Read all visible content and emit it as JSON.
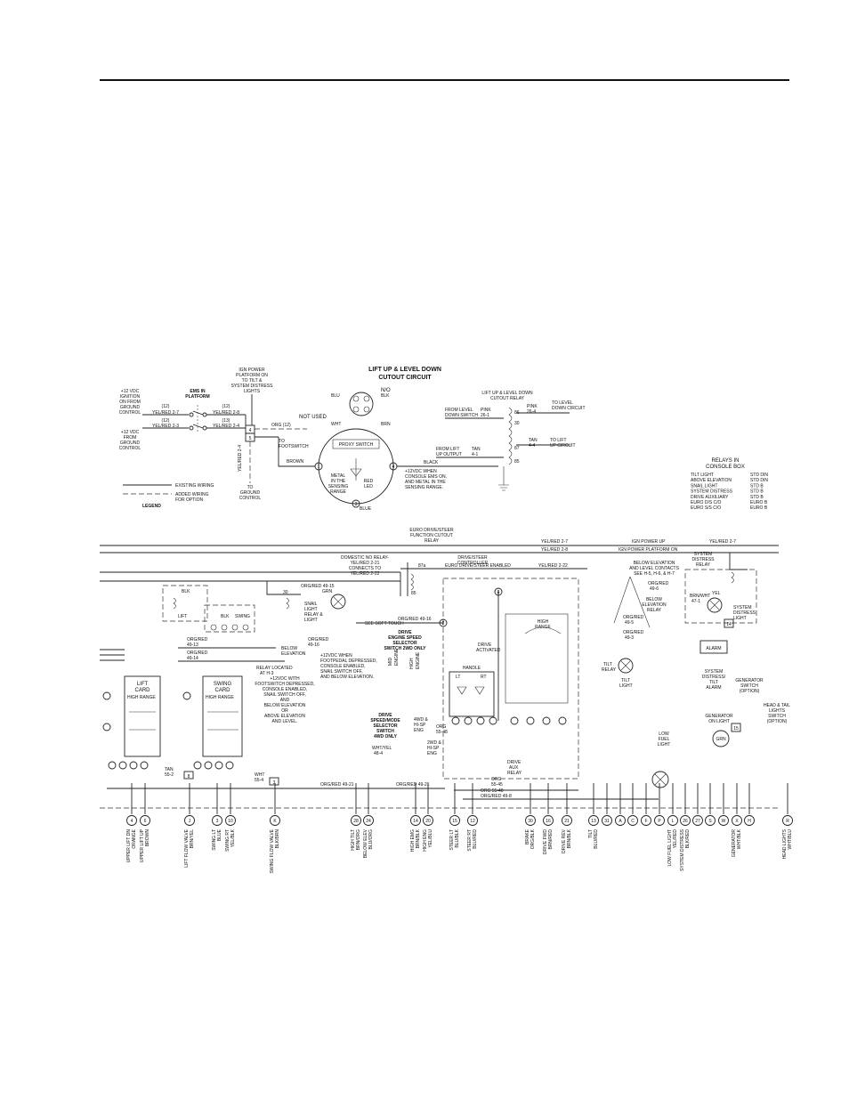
{
  "top_section": {
    "title_line1": "LIFT UP & LEVEL DOWN",
    "title_line2": "CUTOUT CIRCUIT",
    "ign_power": [
      "IGN POWER",
      "PLATFORM ON",
      "TO TILT &",
      "SYSTEM DISTRESS",
      "LIGHTS"
    ],
    "ignition_note": [
      "+12 VDC",
      "IGNITION",
      "ON FROM",
      "GROUND",
      "CONTROL"
    ],
    "ground_note": [
      "+12 VDC",
      "FROM",
      "GROUND",
      "CONTROL"
    ],
    "ems_label": [
      "EMS IN",
      "PLATFORM"
    ],
    "wire_yelred_27": "YEL/RED 2-7",
    "wire_yelred_23": "YEL/RED 2-3",
    "wire_yelred_28": "YEL/RED 2-8",
    "wire_yelred_24": "YEL/RED 2-4",
    "n12a": "(12)",
    "n12b": "(12)",
    "n13": "(13)",
    "n12c": "(12)",
    "orange_wire": "ORG (12)",
    "to_footswitch": [
      "TO",
      "FOOTSWITCH"
    ],
    "yelred_vert": "YEL/RED 2-4",
    "to_ground_control": [
      "TO",
      "GROUND",
      "CONTROL"
    ],
    "proxy_colors": [
      "BLU",
      "BLK",
      "WHT",
      "BRN"
    ],
    "no_label": "N/O",
    "not_used": "NOT USED",
    "proxy_switch": "PROXY SWITCH",
    "brown": "BROWN",
    "black": "BLACK",
    "blue": "BLUE",
    "metal_note": [
      "METAL",
      "IN THE",
      "SENSING",
      "RANGE"
    ],
    "red_led": [
      "RED",
      "LED"
    ],
    "console_note": [
      "+12VDC WHEN",
      "CONSOLE EMS ON,",
      "AND METAL IN THE",
      "SENSING RANGE."
    ],
    "cutout_relay": [
      "LIFT UP & LEVEL DOWN",
      "CUTOUT RELAY"
    ],
    "from_level_down": [
      "FROM LEVEL",
      "DOWN SWITCH"
    ],
    "pink": [
      "PINK",
      "26-1"
    ],
    "pink_out": [
      "PINK",
      "26-4"
    ],
    "to_level_down": [
      "TO LEVEL",
      "DOWN CIRCUIT"
    ],
    "from_lift_up": [
      "FROM LIFT",
      "UP OUTPUT"
    ],
    "tan_in": [
      "TAN",
      "4-1"
    ],
    "tan_out": [
      "TAN",
      "4-4"
    ],
    "to_lift_up": [
      "TO LIFT",
      "UP CIRCUIT"
    ],
    "legend_existing": "EXISTING WIRING",
    "legend_added": [
      "ADDED WIRING",
      "FOR OPTION"
    ],
    "legend_title": "LEGEND"
  },
  "relays_table": {
    "title": [
      "RELAYS IN",
      "CONSOLE BOX"
    ],
    "rows": [
      {
        "name": "TILT LIGHT",
        "type": "STD DIN"
      },
      {
        "name": "ABOVE ELEVATION",
        "type": "STD DIN"
      },
      {
        "name": "SNAIL LIGHT",
        "type": "STD B"
      },
      {
        "name": "SYSTEM DISTRESS",
        "type": "STD B"
      },
      {
        "name": "DRIVE AUXILIARY",
        "type": "STD B"
      },
      {
        "name": "EURO D/S C/O",
        "type": "EURO B"
      },
      {
        "name": "EURO S/S C/O",
        "type": "EURO B"
      }
    ]
  },
  "bottom_section": {
    "euro_title": [
      "EURO DRIVE/STEER",
      "FUNCTION CUTOUT",
      "RELAY"
    ],
    "top_wires": [
      "YEL/RED 2-7",
      "YEL/RED 2-8",
      "IGN POWER UP",
      "IGN POWER PLATFORM ON",
      "YEL/RED 2-7"
    ],
    "domestic": [
      "DOMESTIC NO RELAY-",
      "YEL/RED 2-21",
      "CONNECTS TO",
      "YEL/RED 2-22"
    ],
    "euro_enabled": "EURO DRIVE/STEER ENABLED",
    "yelred_222": "YEL/RED 2-22",
    "below_elev_note": [
      "BELOW ELEVATION",
      "AND LEVEL CONTACTS",
      "SEE H-5, H-6, & H-7"
    ],
    "system_distress_relay": [
      "SYSTEM",
      "DISTRESS",
      "RELAY"
    ],
    "orgred_496": [
      "ORG/RED",
      "49-6"
    ],
    "below_elevation_relay": [
      "BELOW",
      "ELEVATION",
      "RELAY"
    ],
    "orgred_495": [
      "ORG/RED",
      "49-5"
    ],
    "orgred_493": [
      "ORG/RED",
      "49-3"
    ],
    "drive_steer_controller": [
      "DRIVE/STEER",
      "CONTROLLER"
    ],
    "orgred_4915": "ORG/RED 49-15",
    "snail_relay": [
      "SNAIL",
      "LIGHT",
      "RELAY &",
      "LIGHT"
    ],
    "grn": "GRN",
    "blk": "BLK",
    "lift": "LIFT",
    "swing": "SWING",
    "see_soft_touch": "SEE SOFT TOUCH",
    "orgred_4916a": "ORG/RED 49-16",
    "drive_speed_sel": [
      "DRIVE",
      "ENGINE SPEED",
      "SELECTOR",
      "SWITCH 2WD ONLY"
    ],
    "orgred_4913": [
      "ORG/RED",
      "49-13"
    ],
    "orgred_4914": [
      "ORG/RED",
      "49-14"
    ],
    "below_elev": [
      "BELOW",
      "ELEVATION"
    ],
    "orgred_4916b": [
      "ORG/RED",
      "49-16"
    ],
    "relay_located": [
      "RELAY LOCATED",
      "AT H-3"
    ],
    "footpedal": [
      "+12VDC WHEN",
      "FOOTPEDAL DEPRESSED,",
      "CONSOLE ENABLED,",
      "SNAIL SWITCH OFF,",
      "AND BELOW ELEVATION."
    ],
    "footswitch": [
      "+12VDC WITH",
      "FOOTSWITCH DEPRESSED,",
      "CONSOLE ENABLED,",
      "SNAIL SWITCH OFF,",
      "AND",
      "BELOW ELEVATION",
      "OR",
      "ABOVE ELEVATION",
      "AND LEVEL."
    ],
    "lift_card": [
      "LIFT",
      "CARD"
    ],
    "swing_card": [
      "SWING",
      "CARD"
    ],
    "high_range": "HIGH RANGE",
    "handle": "HANDLE",
    "lt": "LT",
    "rt": "RT",
    "high_range_ctrl": [
      "HIGH",
      "RANGE"
    ],
    "drive_speed_mode": [
      "DRIVE",
      "SPEED/MODE",
      "SELECTOR",
      "SWITCH",
      "4WD ONLY"
    ],
    "mode_opts": [
      "4WD &",
      "HI-SP",
      "ENG"
    ],
    "mid_engine": [
      "MID",
      "ENGINE"
    ],
    "high_engine": [
      "HIGH",
      "ENGINE"
    ],
    "org_55_48": [
      "ORG",
      "55-48"
    ],
    "two_wd": [
      "2WD &",
      "HI-SP",
      "ENG"
    ],
    "wht_yel": [
      "WHT/YEL",
      "48-4"
    ],
    "drive_aux_relay": [
      "DRIVE",
      "AUX",
      "RELAY"
    ],
    "drive_activated": [
      "DRIVE",
      "ACTIVATED"
    ],
    "tilt_relay": [
      "TILT",
      "RELAY"
    ],
    "tilt_light": [
      "TILT",
      "LIGHT"
    ],
    "alarm": "ALARM",
    "system_distress_alarm": [
      "SYSTEM",
      "DISTRESS/",
      "TILT",
      "ALARM"
    ],
    "system_distress_light": [
      "SYSTEM",
      "DISTRESS",
      "LIGHT"
    ],
    "brn_wht": [
      "BRN/WHT",
      "47-1"
    ],
    "yel": "YEL",
    "generator_switch": [
      "GENERATOR",
      "SWITCH",
      "(OPTION)"
    ],
    "generator_light": [
      "GENERATOR",
      "ON LIGHT"
    ],
    "head_tail": [
      "HEAD & TAIL",
      "LIGHTS",
      "SWITCH",
      "(OPTION)"
    ],
    "low_fuel": [
      "LOW",
      "FUEL",
      "LIGHT"
    ],
    "tan_552": [
      "TAN",
      "55-2"
    ],
    "wht_554": [
      "WHT",
      "55-4"
    ],
    "orgred_4921a": "ORG/RED 49-21",
    "orgred_4921b": "ORG/RED 49-21",
    "org_5545": [
      "ORG",
      "55-45"
    ],
    "orgred_498": "ORG/RED 49-8",
    "org_5548": "ORG 55-48",
    "bottom_pins": [
      {
        "pin": "4",
        "label": [
          "UPPER LIFT DN",
          "ORANGE"
        ]
      },
      {
        "pin": "6",
        "label": [
          "UPPER LIFT UP",
          "BROWN"
        ]
      },
      {
        "pin": "J",
        "label": [
          "LIFT FLOW VALVE",
          "BRN/YEL"
        ]
      },
      {
        "pin": "3",
        "label": [
          "SWING LT",
          "BLUE"
        ]
      },
      {
        "pin": "10",
        "label": [
          "SWING RT",
          "YEL/BLK"
        ]
      },
      {
        "pin": "K",
        "label": [
          "SWING FLOW VALVE",
          "BLK/BRN"
        ]
      },
      {
        "pin": "28",
        "label": [
          "HIGH TILT",
          "BRN/ORG"
        ]
      },
      {
        "pin": "24",
        "label": [
          "BELOW ELEV",
          "BLU/ORG"
        ]
      },
      {
        "pin": "14",
        "label": [
          "HIGH EMG",
          "BRN/BLK"
        ]
      },
      {
        "pin": "20",
        "label": [
          "HIGH ENG",
          "YEL/BLU"
        ]
      },
      {
        "pin": "15",
        "label": [
          "STEER LT",
          "BLU/BLK"
        ]
      },
      {
        "pin": "12",
        "label": [
          "STEER RT",
          "BLU/RED"
        ]
      },
      {
        "pin": "30",
        "label": [
          "BRAKE",
          "ORG/BLK"
        ]
      },
      {
        "pin": "16",
        "label": [
          "DRIVE FWD",
          "BRN/RED"
        ]
      },
      {
        "pin": "21",
        "label": [
          "DRIVE REV",
          "BRN/BLK"
        ]
      },
      {
        "pin": "13",
        "label": [
          "TILT",
          "BLU/RED"
        ]
      },
      {
        "pin": "31",
        "label": [
          ""
        ]
      },
      {
        "pin": "A",
        "label": [
          ""
        ]
      },
      {
        "pin": "C",
        "label": [
          ""
        ]
      },
      {
        "pin": "F",
        "label": [
          ""
        ]
      },
      {
        "pin": "P",
        "label": [
          ""
        ]
      },
      {
        "pin": "L",
        "label": [
          "LOW FUEL LIGHT",
          "YEL/RED"
        ]
      },
      {
        "pin": "26",
        "label": [
          "SYSTEM DISTRESS",
          "BLK/RED"
        ]
      },
      {
        "pin": "27",
        "label": [
          ""
        ]
      },
      {
        "pin": "S",
        "label": [
          ""
        ]
      },
      {
        "pin": "W",
        "label": [
          ""
        ]
      },
      {
        "pin": "X",
        "label": [
          "GENERATOR",
          "WHT/BLK"
        ]
      },
      {
        "pin": "H",
        "label": [
          ""
        ]
      },
      {
        "pin": "R",
        "label": [
          "HEAD LIGHTS",
          "WHT/BLU"
        ]
      }
    ]
  }
}
